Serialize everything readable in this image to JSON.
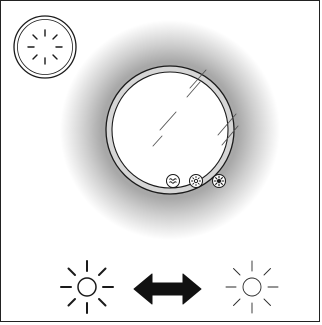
{
  "figure": {
    "panel": "bathroom-mirror",
    "mirror_buttons": [
      {
        "id": "defog",
        "icon": "defog-icon"
      },
      {
        "id": "warm-light",
        "icon": "warm-light-icon"
      },
      {
        "id": "cool-light",
        "icon": "cool-light-icon"
      }
    ],
    "dial_icon": "light-indicator-icon",
    "brightness_levels": [
      "bright-light-icon",
      "dim-light-icon"
    ],
    "transition_icon": "double-arrow-icon",
    "colors": {
      "ink": "#1a1a1a",
      "glow": "#bdbdbd",
      "mirror_rim": "#cfcfcf",
      "background": "#ffffff"
    }
  }
}
